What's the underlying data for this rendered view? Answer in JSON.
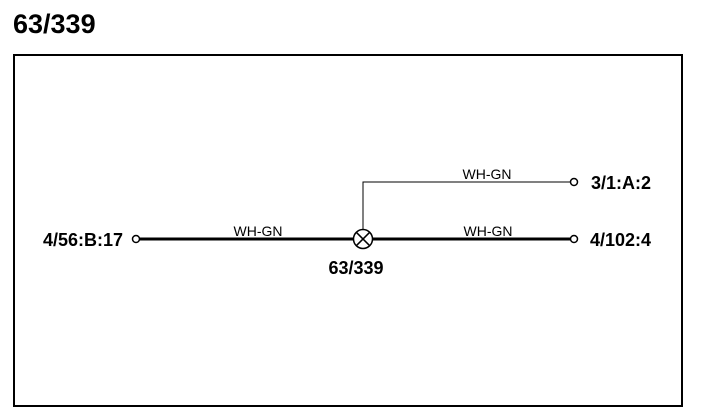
{
  "page": {
    "title": "63/339"
  },
  "diagram": {
    "splice": {
      "label": "63/339"
    },
    "connectors": {
      "left": {
        "label": "4/56:B:17"
      },
      "right_main": {
        "label": "4/102:4"
      },
      "right_branch": {
        "label": "3/1:A:2"
      }
    },
    "wires": {
      "left_main": {
        "color_code": "WH-GN"
      },
      "right_main": {
        "color_code": "WH-GN"
      },
      "branch": {
        "color_code": "WH-GN"
      }
    }
  }
}
